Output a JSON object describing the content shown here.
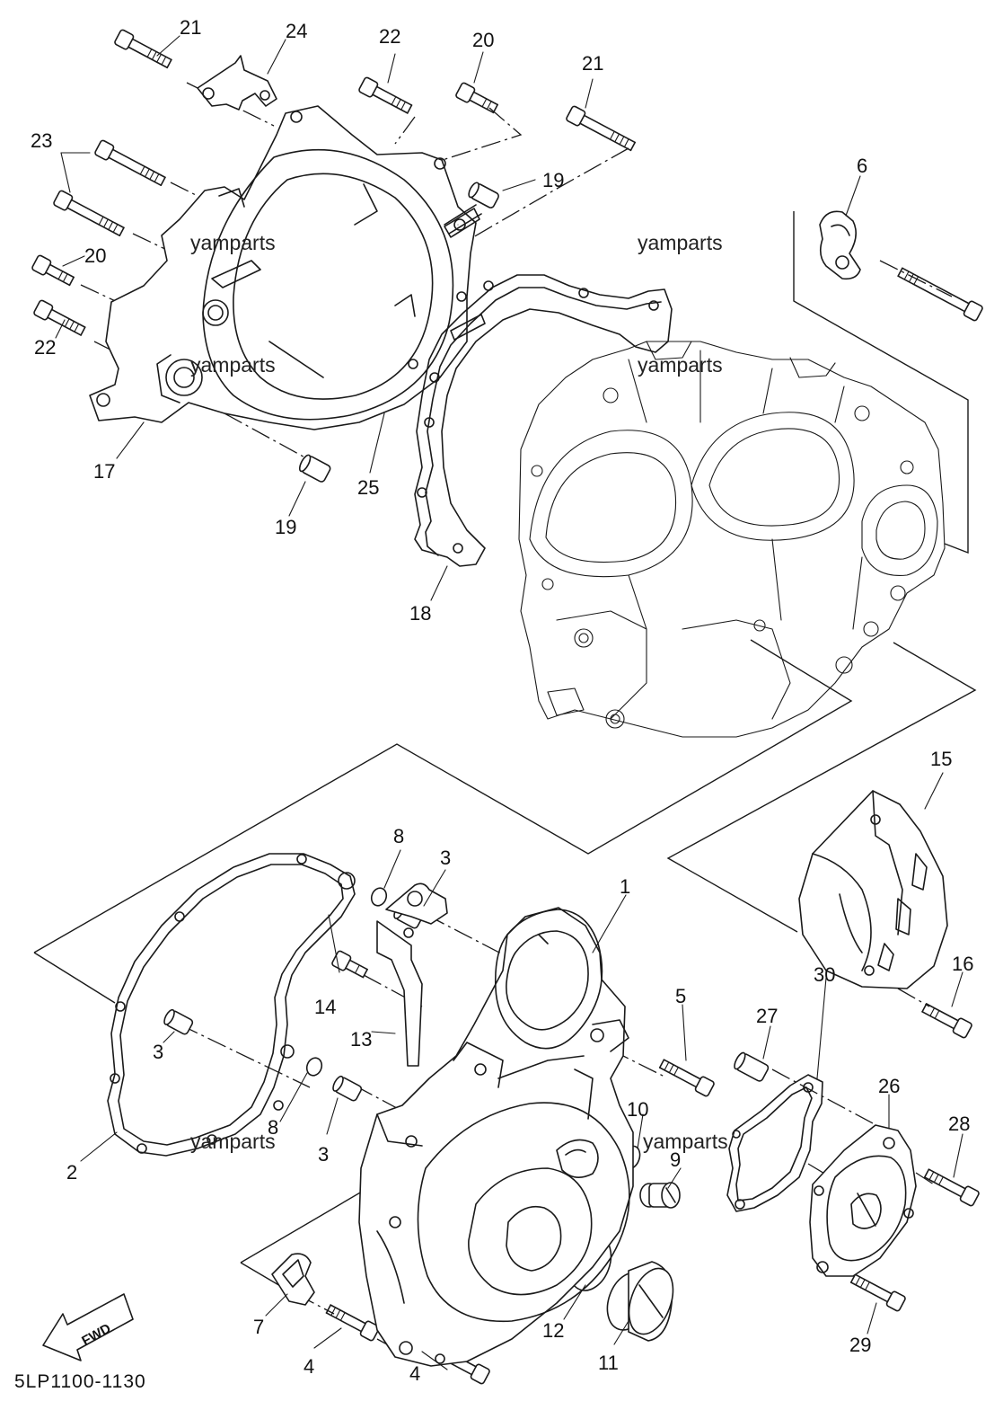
{
  "diagram": {
    "diagram_code": "5LP1100-1130",
    "direction_label": "FWD",
    "watermark_text": "yamparts",
    "callouts": [
      {
        "id": "c21a",
        "label": "21"
      },
      {
        "id": "c24",
        "label": "24"
      },
      {
        "id": "c22a",
        "label": "22"
      },
      {
        "id": "c20a",
        "label": "20"
      },
      {
        "id": "c21b",
        "label": "21"
      },
      {
        "id": "c23",
        "label": "23"
      },
      {
        "id": "c19a",
        "label": "19"
      },
      {
        "id": "c6",
        "label": "6"
      },
      {
        "id": "c20b",
        "label": "20"
      },
      {
        "id": "c22b",
        "label": "22"
      },
      {
        "id": "c17",
        "label": "17"
      },
      {
        "id": "c25",
        "label": "25"
      },
      {
        "id": "c19b",
        "label": "19"
      },
      {
        "id": "c18",
        "label": "18"
      },
      {
        "id": "c15",
        "label": "15"
      },
      {
        "id": "c8a",
        "label": "8"
      },
      {
        "id": "c3a",
        "label": "3"
      },
      {
        "id": "c1",
        "label": "1"
      },
      {
        "id": "c14",
        "label": "14"
      },
      {
        "id": "c16",
        "label": "16"
      },
      {
        "id": "c5",
        "label": "5"
      },
      {
        "id": "c27",
        "label": "27"
      },
      {
        "id": "c13",
        "label": "13"
      },
      {
        "id": "c30",
        "label": "30"
      },
      {
        "id": "c3b",
        "label": "3"
      },
      {
        "id": "c26",
        "label": "26"
      },
      {
        "id": "c8b",
        "label": "8"
      },
      {
        "id": "c3c",
        "label": "3"
      },
      {
        "id": "c10",
        "label": "10"
      },
      {
        "id": "c9",
        "label": "9"
      },
      {
        "id": "c28",
        "label": "28"
      },
      {
        "id": "c2",
        "label": "2"
      },
      {
        "id": "c7",
        "label": "7"
      },
      {
        "id": "c12",
        "label": "12"
      },
      {
        "id": "c11",
        "label": "11"
      },
      {
        "id": "c29",
        "label": "29"
      },
      {
        "id": "c4a",
        "label": "4"
      },
      {
        "id": "c4b",
        "label": "4"
      }
    ]
  }
}
